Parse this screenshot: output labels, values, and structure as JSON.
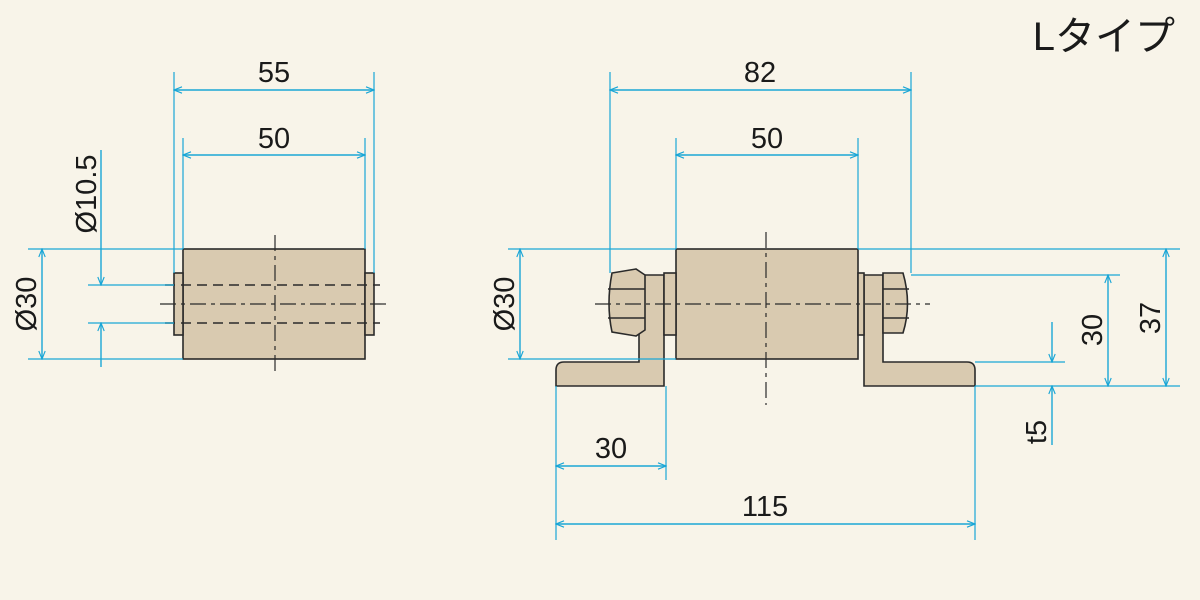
{
  "title": "Lタイプ",
  "colors": {
    "background": "#f8f4e9",
    "dimension": "#1aa6d6",
    "outline": "#2a2a2a",
    "body_fill": "#d9cab0"
  },
  "left_view": {
    "width_overall": "55",
    "width_roller": "50",
    "shaft_diameter": "Ø10.5",
    "roller_diameter": "Ø30"
  },
  "right_view": {
    "width_overall": "82",
    "width_roller": "50",
    "roller_diameter": "Ø30",
    "height_shaft": "30",
    "height_overall": "37",
    "plate_thickness": "t5",
    "bracket_length": "30",
    "base_length": "115"
  }
}
